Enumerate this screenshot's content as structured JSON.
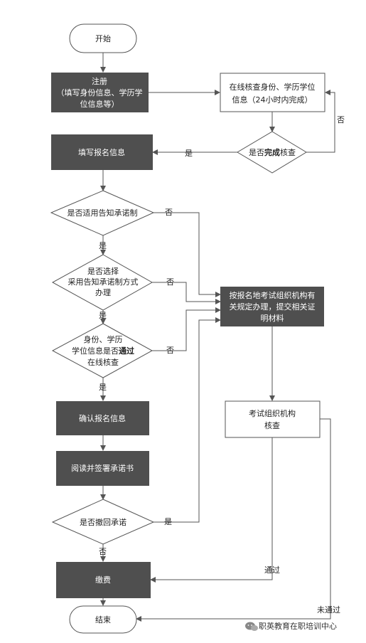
{
  "flow": {
    "start": "开始",
    "register_1": "注册",
    "register_2": "（填写身份信息、学历学",
    "register_3": "位信息等）",
    "verify_1": "在线核查身份、学历学位",
    "verify_2": "信息（24小时内完成）",
    "complete_check_prefix": "是否",
    "complete_check_bold": "完成",
    "complete_check_suffix": "核查",
    "fill_info": "填写报名信息",
    "commit_applicable": "是否适用告知承诺制",
    "choose_commit_1": "是否选择",
    "choose_commit_2": "采用告知承诺制方式",
    "choose_commit_3": "办理",
    "pass_check_1": "身份、学历",
    "pass_check_2a": "学位信息是否",
    "pass_check_2b": "通过",
    "pass_check_3": "在线核查",
    "local_handle_1": "按报名地考试组织机构有",
    "local_handle_2": "关规定办理，提交相关证",
    "local_handle_3": "明材料",
    "confirm_info": "确认报名信息",
    "read_sign": "阅读并签署承诺书",
    "exam_org_1": "考试组织机构",
    "exam_org_2": "核查",
    "withdraw": "是否撤回承诺",
    "pay": "缴费",
    "end": "结束"
  },
  "edge_labels": {
    "yes": "是",
    "no": "否",
    "pass": "通过",
    "fail": "未通过"
  },
  "watermark": "职英教育在职培训中心",
  "colors": {
    "dark_box": "#4f4f4f",
    "line": "#555555"
  }
}
